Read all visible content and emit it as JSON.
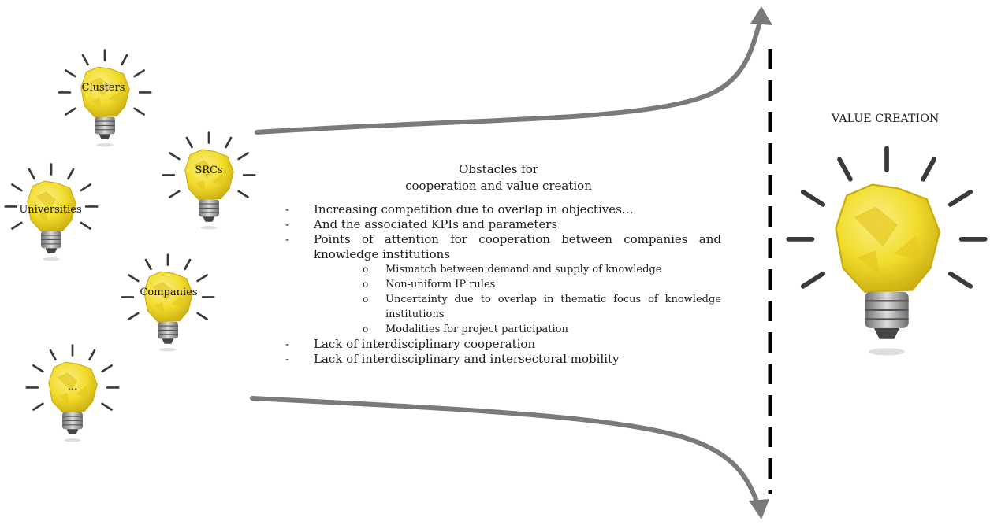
{
  "actors": [
    {
      "name": "Clusters"
    },
    {
      "name": "SRCs"
    },
    {
      "name": "Universities"
    },
    {
      "name": "Companies"
    },
    {
      "name": "..."
    }
  ],
  "obstacles": {
    "title_line1": "Obstacles for",
    "title_line2": "cooperation and value creation",
    "items": [
      "Increasing competition due to overlap in objectives…",
      "And the associated KPIs and parameters",
      "Points of attention for cooperation between companies and knowledge institutions"
    ],
    "subitems": [
      "Mismatch between demand and supply of knowledge",
      "Non-uniform IP rules",
      "Uncertainty due to overlap in thematic focus of knowledge institutions",
      "Modalities for project participation"
    ],
    "items_after": [
      "Lack of interdisciplinary cooperation",
      "Lack of interdisciplinary and intersectoral mobility"
    ],
    "dash_marker": "-",
    "sub_marker": "o"
  },
  "value_creation": {
    "title": "VALUE CREATION"
  },
  "colors": {
    "arrow": "#7a7a7a",
    "bulb": "#f2dc2b",
    "bulb_shadow": "#d4b814",
    "ray": "#3a3a3a",
    "dashed_line": "#000000"
  }
}
